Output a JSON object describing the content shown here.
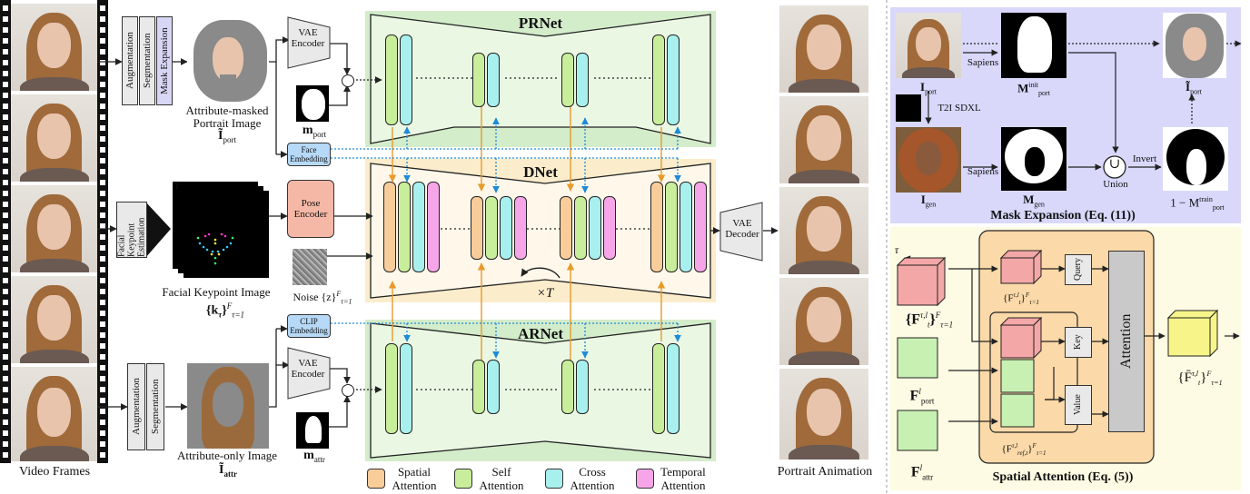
{
  "left": {
    "video_frames_label": "Video Frames",
    "augmentation": "Augmentation",
    "segmentation": "Segmentation",
    "mask_expansion": "Mask Expansion",
    "attr_masked_line1": "Attribute-masked",
    "attr_masked_line2": "Portrait Image",
    "i_port_tilde": "Ĩ",
    "port_sub": "port",
    "facial_keypoint_estimation": "Facial Keypoint Estimation",
    "facial_keypoint_image": "Facial Keypoint Image",
    "keypoint_set": "{k",
    "keypoint_sub": "τ",
    "keypoint_tail": "}",
    "keypoint_range": "τ=1",
    "keypoint_sup": "F",
    "tau": "τ",
    "augmentation2": "Augmentation",
    "segmentation2": "Segmentation",
    "attribute_only": "Attribute-only Image",
    "i_attr": "Ĩ",
    "attr_sub": "attr"
  },
  "middle": {
    "vae_encoder": "VAE Encoder",
    "m_port": "m",
    "m_port_sub": "port",
    "face_embedding": "Face Embedding",
    "pose_encoder": "Pose Encoder",
    "noise_label": "Noise {z",
    "noise_tail": "}",
    "noise_sup": "F",
    "noise_sub": "τ=1",
    "clip_embedding": "CLIP Embedding",
    "vae_encoder2": "VAE Encoder",
    "m_attr": "m",
    "m_attr_sub": "attr",
    "prnet": "PRNet",
    "dnet": "DNet",
    "arnet": "ARNet",
    "times_t": "×T",
    "dots": "·····",
    "vae_decoder": "VAE Decoder",
    "portrait_animation": "Portrait Animation"
  },
  "legend": [
    {
      "label1": "Spatial",
      "label2": "Attention",
      "color": "#f9cd9a"
    },
    {
      "label1": "Self",
      "label2": "Attention",
      "color": "#c9ee9b"
    },
    {
      "label1": "Cross",
      "label2": "Attention",
      "color": "#a8f0ee"
    },
    {
      "label1": "Temporal",
      "label2": "Attention",
      "color": "#f6a6e8"
    }
  ],
  "mask_expansion_panel": {
    "sapiens1": "Sapiens",
    "sapiens2": "Sapiens",
    "t2i": "T2I SDXL",
    "i_port": "I",
    "i_port_sub": "port",
    "m_init": "M",
    "m_init_sup": "init",
    "m_init_sub": "port",
    "i_gen": "I",
    "i_gen_sub": "gen",
    "m_gen": "M",
    "m_gen_sub": "gen",
    "union": "Union",
    "union_sym": "∪",
    "invert": "Invert",
    "i_port_tilde": "Ĩ",
    "i_port_tilde_sub": "port",
    "one_minus": "1 − M",
    "train_sup": "train",
    "train_sub": "port",
    "title": "Mask Expansion (Eq. (11))"
  },
  "spatial_attention_panel": {
    "tau": "τ",
    "f_t": "{F",
    "f_t_sup": "τ,l",
    "f_t_sub": "t",
    "f_t_tail": "}",
    "f_t_range_sup": "F",
    "f_t_range_sub": "τ=1",
    "f_port": "F",
    "f_port_sup": "l",
    "f_port_sub": "port",
    "f_attr": "F",
    "f_attr_sup": "l",
    "f_attr_sub": "attr",
    "small_ft": "{F",
    "small_ft_sup": "τ,l",
    "small_ft_sub": "t",
    "small_ft_tail": "}",
    "small_ft_range": "τ=1",
    "small_ft_range_sup": "F",
    "f_ref": "{F",
    "f_ref_sup": "τ,l",
    "f_ref_sub": "ref,t",
    "f_ref_tail": "}",
    "f_ref_range": "τ=1",
    "f_ref_range_sup": "F",
    "query": "Query",
    "key": "Key",
    "value": "Value",
    "attention": "Attention",
    "out_f": "{F̄",
    "out_sup": "τ,l",
    "out_sub": "t",
    "out_tail": "}",
    "out_range": "τ=1",
    "out_range_sup": "F",
    "title": "Spatial Attention (Eq. (5))"
  },
  "colors": {
    "prnet_bg": "#d3ecca",
    "dnet_bg": "#fbeccb",
    "arnet_bg": "#d3ecca",
    "mask_panel_bg": "#d9d8fb",
    "spatial_panel_bg": "#fdfbe3",
    "spatial": "#f9cd9a",
    "self": "#c9ee9b",
    "cross": "#a8f0ee",
    "temporal": "#f6a6e8",
    "pose_encoder": "#f6b8a6",
    "embedding": "#b6d9f7",
    "red_feat": "#f4a7a7",
    "green_feat": "#c8f0b2",
    "yellow_feat": "#f7f58a",
    "attention_box": "#c9c9c9"
  }
}
